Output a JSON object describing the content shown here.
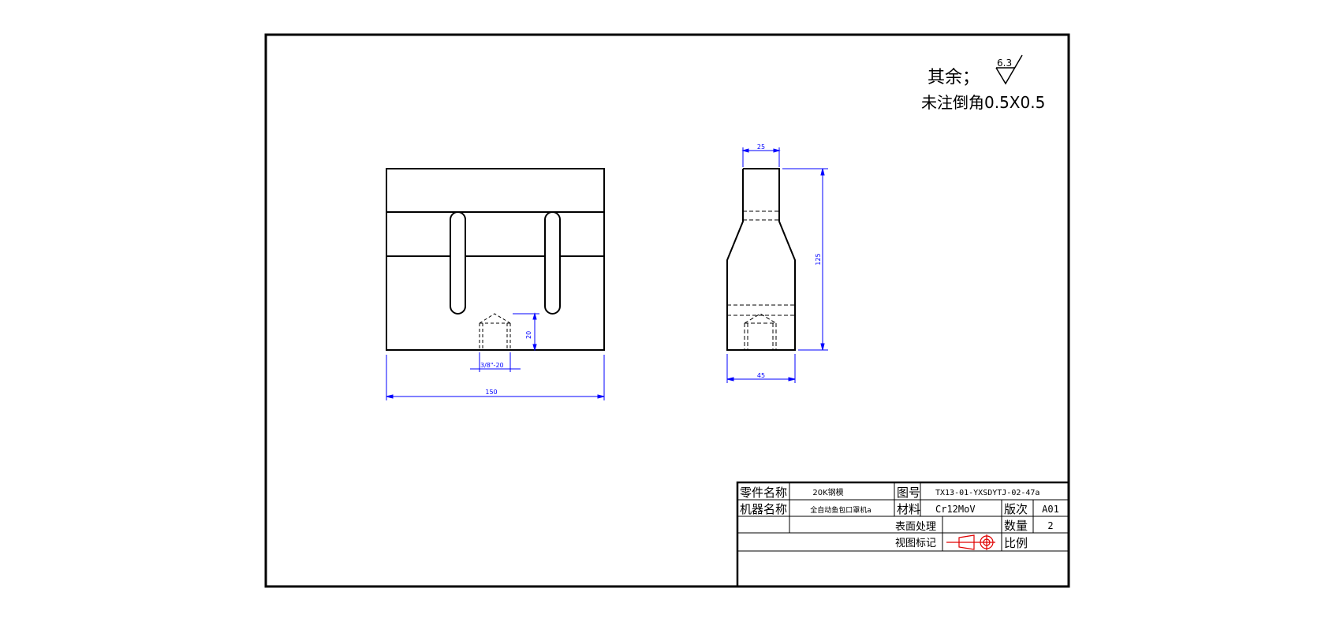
{
  "notes": {
    "roughness_prefix": "其余；",
    "roughness_value": "6.3",
    "chamfer_note": "未注倒角0.5X0.5"
  },
  "dimensions": {
    "front_width": "150",
    "thread_spec": "3/8\"-20",
    "thread_depth": "20",
    "side_top_width": "25",
    "side_height": "125",
    "side_bottom_width": "45"
  },
  "title_block": {
    "part_name_label": "零件名称",
    "part_name_value": "20K钢模",
    "machine_name_label": "机器名称",
    "machine_name_value": "全自动鱼包口罩机a",
    "drawing_no_label": "图号",
    "drawing_no_value": "TX13-01-YXSDYTJ-02-47a",
    "material_label": "材料",
    "material_value": "Cr12MoV",
    "revision_label": "版次",
    "revision_value": "A01",
    "surface_treatment_label": "表面处理",
    "quantity_label": "数量",
    "quantity_value": "2",
    "view_symbol_label": "视图标记",
    "scale_label": "比例"
  },
  "colors": {
    "line": "#000000",
    "dimension": "#0000ff"
  }
}
